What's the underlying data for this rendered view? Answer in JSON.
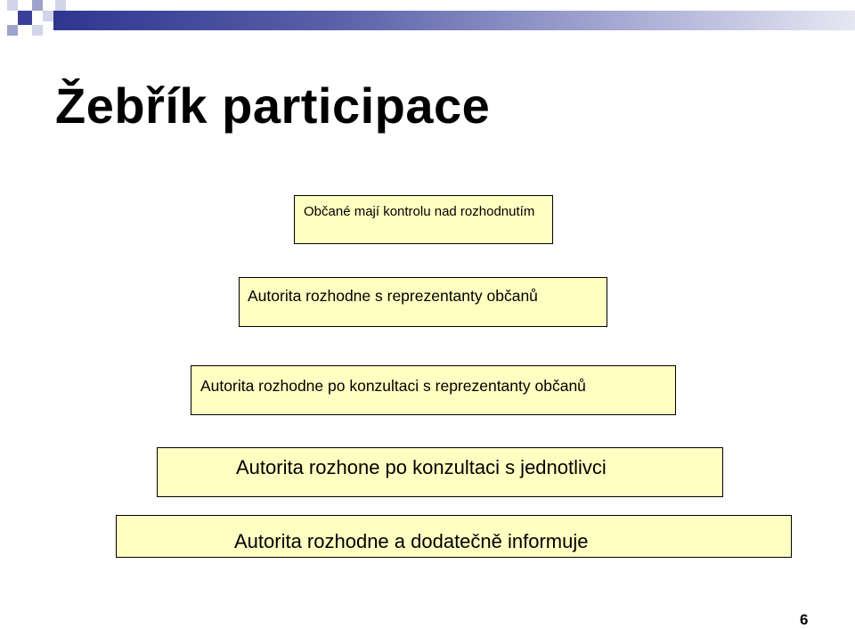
{
  "slide": {
    "title": "Žebřík participace",
    "page_number": "6"
  },
  "ladder": {
    "rungs": [
      {
        "label": "Občané mají kontrolu nad rozhodnutím"
      },
      {
        "label": "Autorita rozhodne s reprezentanty občanů"
      },
      {
        "label": "Autorita rozhodne po konzultaci s reprezentanty občanů"
      },
      {
        "label": "Autorita rozhone po konzultaci s jednotlivci"
      },
      {
        "label": "Autorita rozhodne a dodatečně informuje"
      }
    ]
  },
  "colors": {
    "rung_fill": "#ffffc2",
    "accent_dark": "#3a3f9a"
  }
}
